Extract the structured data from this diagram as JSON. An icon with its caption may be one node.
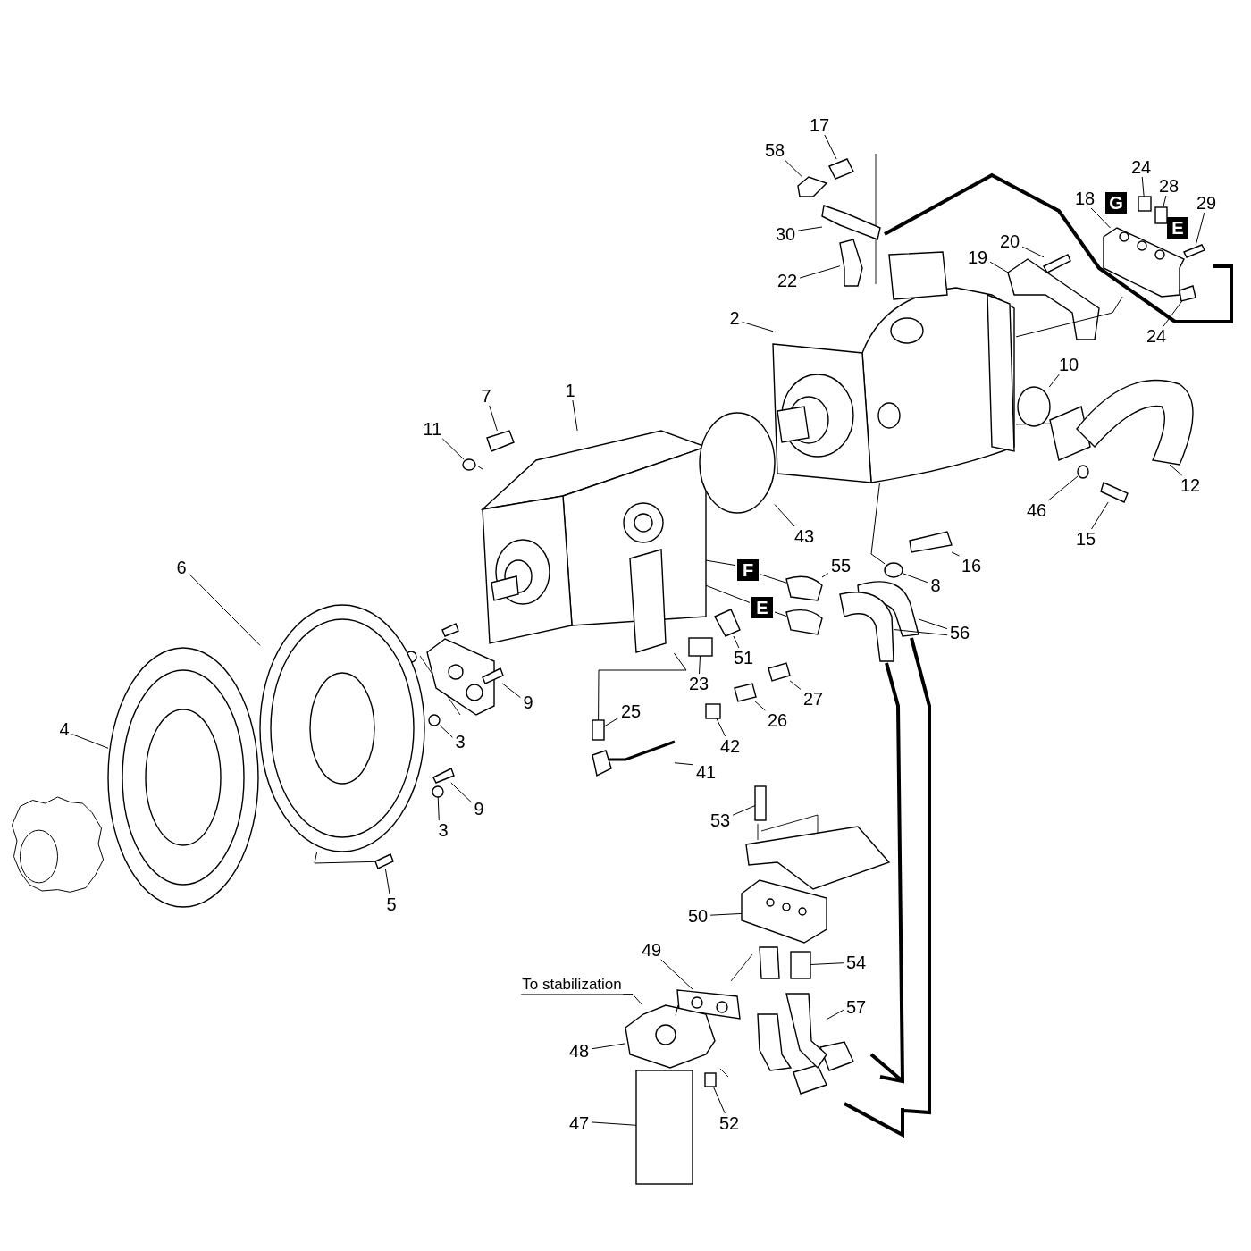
{
  "diagram": {
    "nodes": [
      {
        "text": [
          "17"
        ]
      },
      {
        "text": [
          "58"
        ]
      },
      {
        "text": [
          "24"
        ]
      },
      {
        "text": [
          "28"
        ]
      },
      {
        "text": [
          "18"
        ]
      },
      {
        "text": [
          "G"
        ]
      },
      {
        "text": [
          "29"
        ]
      },
      {
        "text": [
          "E"
        ]
      },
      {
        "text": [
          "30"
        ]
      },
      {
        "text": [
          "20"
        ]
      },
      {
        "text": [
          "19"
        ]
      },
      {
        "text": [
          "22"
        ]
      },
      {
        "text": [
          "2"
        ]
      },
      {
        "text": [
          "24"
        ]
      },
      {
        "text": [
          "10"
        ]
      },
      {
        "text": [
          "1"
        ]
      },
      {
        "text": [
          "7"
        ]
      },
      {
        "text": [
          "11"
        ]
      },
      {
        "text": [
          "12"
        ]
      },
      {
        "text": [
          "46"
        ]
      },
      {
        "text": [
          "43"
        ]
      },
      {
        "text": [
          "15"
        ]
      },
      {
        "text": [
          "16"
        ]
      },
      {
        "text": [
          "6"
        ]
      },
      {
        "text": [
          "F"
        ]
      },
      {
        "text": [
          "55"
        ]
      },
      {
        "text": [
          "8"
        ]
      },
      {
        "text": [
          "E"
        ]
      },
      {
        "text": [
          "56"
        ]
      },
      {
        "text": [
          "51"
        ]
      },
      {
        "text": [
          "23"
        ]
      },
      {
        "text": [
          "27"
        ]
      },
      {
        "text": [
          "9"
        ]
      },
      {
        "text": [
          "25"
        ]
      },
      {
        "text": [
          "26"
        ]
      },
      {
        "text": [
          "4"
        ]
      },
      {
        "text": [
          "3"
        ]
      },
      {
        "text": [
          "42"
        ]
      },
      {
        "text": [
          "41"
        ]
      },
      {
        "text": [
          "9"
        ]
      },
      {
        "text": [
          "53"
        ]
      },
      {
        "text": [
          "3"
        ]
      },
      {
        "text": [
          "5"
        ]
      },
      {
        "text": [
          "50"
        ]
      },
      {
        "text": [
          "49"
        ]
      },
      {
        "text": [
          "54"
        ]
      },
      {
        "text": [
          "To stabilization"
        ]
      },
      {
        "text": [
          "57"
        ]
      },
      {
        "text": [
          "48"
        ]
      },
      {
        "text": [
          "47"
        ]
      },
      {
        "text": [
          "52"
        ]
      },
      {
        "text": [],
        "shape": "picture"
      },
      {
        "text": [],
        "shape": "picture"
      },
      {
        "text": [],
        "shape": "box"
      },
      {
        "text": [],
        "shape": "picture"
      },
      {
        "text": [],
        "shape": "picture"
      },
      {
        "text": [],
        "shape": "picture"
      },
      {
        "text": [],
        "shape": "picture"
      },
      {
        "text": [],
        "shape": "picture"
      },
      {
        "text": [],
        "shape": "picture"
      },
      {
        "text": [],
        "shape": "circle"
      },
      {
        "text": [],
        "shape": "circle"
      },
      {
        "text": [],
        "shape": "picture"
      },
      {
        "text": [],
        "shape": "circle"
      },
      {
        "text": [],
        "shape": "circle"
      },
      {
        "text": [],
        "shape": "picture"
      },
      {
        "text": [],
        "shape": "box"
      },
      {
        "text": [],
        "shape": "box"
      },
      {
        "text": [],
        "shape": "picture"
      },
      {
        "text": [],
        "shape": "picture"
      },
      {
        "text": [],
        "shape": "box"
      },
      {
        "text": [],
        "shape": "picture"
      },
      {
        "text": [],
        "shape": "picture"
      },
      {
        "text": [],
        "shape": "picture"
      },
      {
        "text": [],
        "shape": "circle"
      },
      {
        "text": [],
        "shape": "picture"
      },
      {
        "text": [],
        "shape": "picture"
      },
      {
        "text": [],
        "shape": "circle"
      },
      {
        "text": [],
        "shape": "picture"
      },
      {
        "text": [],
        "shape": "picture"
      },
      {
        "text": [],
        "shape": "circle"
      },
      {
        "text": [],
        "shape": "picture"
      },
      {
        "text": [],
        "shape": "picture"
      },
      {
        "text": [],
        "shape": "picture"
      },
      {
        "text": [],
        "shape": "picture"
      },
      {
        "text": [],
        "shape": "box"
      },
      {
        "text": [],
        "shape": "picture"
      },
      {
        "text": [],
        "shape": "picture"
      },
      {
        "text": [],
        "shape": "box"
      },
      {
        "text": [],
        "shape": "picture"
      },
      {
        "text": [],
        "shape": "picture"
      },
      {
        "text": [],
        "shape": "box"
      },
      {
        "text": [],
        "shape": "picture"
      },
      {
        "text": [],
        "shape": "picture"
      },
      {
        "text": [],
        "shape": "picture"
      },
      {
        "text": [],
        "shape": "box"
      },
      {
        "text": [],
        "shape": "picture"
      },
      {
        "text": [],
        "shape": "picture"
      },
      {
        "text": [],
        "shape": "box"
      }
    ],
    "edges": [
      {
        "from": 0,
        "to": 51,
        "arrow": "none"
      },
      {
        "from": 1,
        "to": 52,
        "arrow": "none"
      },
      {
        "from": 2,
        "to": 67,
        "arrow": "none"
      },
      {
        "from": 3,
        "to": 53,
        "arrow": "none"
      },
      {
        "from": 4,
        "to": 56,
        "arrow": "none"
      },
      {
        "from": 6,
        "to": 57,
        "arrow": "none"
      },
      {
        "from": 8,
        "to": 71,
        "arrow": "none"
      },
      {
        "from": 9,
        "to": 54,
        "arrow": "none"
      },
      {
        "from": 10,
        "to": 55,
        "arrow": "none"
      },
      {
        "from": 11,
        "to": 72,
        "arrow": "none"
      },
      {
        "from": 12,
        "to": 73,
        "arrow": "none"
      },
      {
        "from": 13,
        "to": 58,
        "arrow": "none"
      },
      {
        "from": 14,
        "to": 74,
        "arrow": "none"
      },
      {
        "from": 15,
        "to": 75,
        "arrow": "none"
      },
      {
        "from": 16,
        "to": 59,
        "arrow": "none"
      },
      {
        "from": 17,
        "to": 60,
        "arrow": "none"
      },
      {
        "from": 18,
        "to": 76,
        "arrow": "none"
      },
      {
        "from": 19,
        "to": 61,
        "arrow": "none"
      },
      {
        "from": 20,
        "to": 77,
        "arrow": "none"
      },
      {
        "from": 21,
        "to": 62,
        "arrow": "none"
      },
      {
        "from": 22,
        "to": 78,
        "arrow": "none"
      },
      {
        "from": 23,
        "to": 79,
        "arrow": "none"
      },
      {
        "from": 24,
        "to": 75,
        "arrow": "none"
      },
      {
        "from": 24,
        "to": 68,
        "arrow": "none"
      },
      {
        "from": 25,
        "to": 68,
        "arrow": "none"
      },
      {
        "from": 26,
        "to": 80,
        "arrow": "none"
      },
      {
        "from": 27,
        "to": 75,
        "arrow": "none"
      },
      {
        "from": 27,
        "to": 69,
        "arrow": "none"
      },
      {
        "from": 28,
        "to": 81,
        "arrow": "none"
      },
      {
        "from": 28,
        "to": 82,
        "arrow": "none"
      },
      {
        "from": 29,
        "to": 65,
        "arrow": "none"
      },
      {
        "from": 30,
        "to": 66,
        "arrow": "none"
      },
      {
        "from": 31,
        "to": 83,
        "arrow": "none"
      },
      {
        "from": 32,
        "to": 84,
        "arrow": "none"
      },
      {
        "from": 33,
        "to": 85,
        "arrow": "none"
      },
      {
        "from": 34,
        "to": 86,
        "arrow": "none"
      },
      {
        "from": 35,
        "to": 87,
        "arrow": "none"
      },
      {
        "from": 36,
        "to": 63,
        "arrow": "none"
      },
      {
        "from": 37,
        "to": 88,
        "arrow": "none"
      },
      {
        "from": 38,
        "to": 89,
        "arrow": "none"
      },
      {
        "from": 39,
        "to": 90,
        "arrow": "none"
      },
      {
        "from": 40,
        "to": 91,
        "arrow": "none"
      },
      {
        "from": 41,
        "to": 64,
        "arrow": "none"
      },
      {
        "from": 42,
        "to": 92,
        "arrow": "none"
      },
      {
        "from": 43,
        "to": 93,
        "arrow": "none"
      },
      {
        "from": 44,
        "to": 94,
        "arrow": "none"
      },
      {
        "from": 45,
        "to": 95,
        "arrow": "none"
      },
      {
        "from": 46,
        "to": 97,
        "arrow": "none"
      },
      {
        "from": 47,
        "to": 96,
        "arrow": "none"
      },
      {
        "from": 48,
        "to": 97,
        "arrow": "none"
      },
      {
        "from": 49,
        "to": 98,
        "arrow": "none"
      },
      {
        "from": 50,
        "to": 70,
        "arrow": "none"
      },
      {
        "from": 75,
        "to": 85,
        "arrow": "none"
      },
      {
        "from": 73,
        "to": 76,
        "arrow": "none"
      },
      {
        "from": 73,
        "to": 56,
        "arrow": "none"
      },
      {
        "from": 73,
        "to": 80,
        "arrow": "none"
      },
      {
        "from": 60,
        "to": 75,
        "arrow": "none"
      },
      {
        "from": 79,
        "to": 92,
        "arrow": "none"
      },
      {
        "from": 94,
        "to": 97,
        "arrow": "none"
      }
    ]
  }
}
